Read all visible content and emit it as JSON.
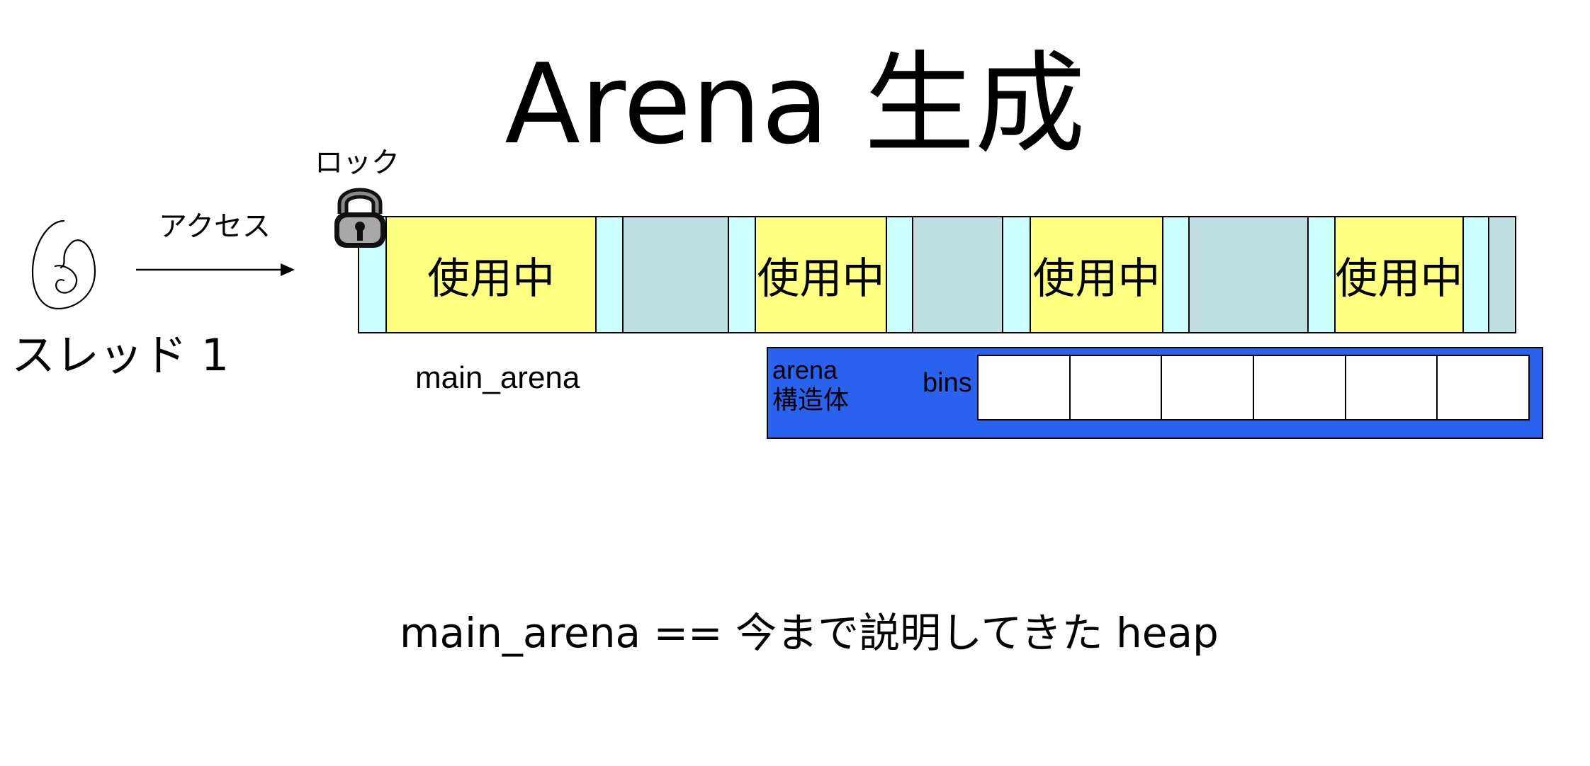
{
  "title": "Arena 生成",
  "thread": {
    "label": "スレッド 1"
  },
  "access_label": "アクセス",
  "lock_label": "ロック",
  "arena": {
    "name": "main_arena",
    "segments": [
      {
        "kind": "header",
        "label": ""
      },
      {
        "kind": "used",
        "label": "使用中"
      },
      {
        "kind": "header",
        "label": ""
      },
      {
        "kind": "free",
        "label": ""
      },
      {
        "kind": "header",
        "label": ""
      },
      {
        "kind": "used",
        "label": "使用中"
      },
      {
        "kind": "header",
        "label": ""
      },
      {
        "kind": "free",
        "label": ""
      },
      {
        "kind": "header",
        "label": ""
      },
      {
        "kind": "used",
        "label": "使用中"
      },
      {
        "kind": "header",
        "label": ""
      },
      {
        "kind": "free",
        "label": ""
      },
      {
        "kind": "header",
        "label": ""
      },
      {
        "kind": "used",
        "label": "使用中"
      },
      {
        "kind": "header",
        "label": ""
      },
      {
        "kind": "free",
        "label": ""
      }
    ]
  },
  "struct": {
    "label_line1": "arena",
    "label_line2": "構造体",
    "bins_label": "bins",
    "bin_count": 6
  },
  "caption": "main_arena ==  今まで説明してきた heap",
  "colors": {
    "used": "#ffff80",
    "free": "#c0dfe0",
    "header": "#ccffff",
    "struct": "#2a62f0"
  }
}
